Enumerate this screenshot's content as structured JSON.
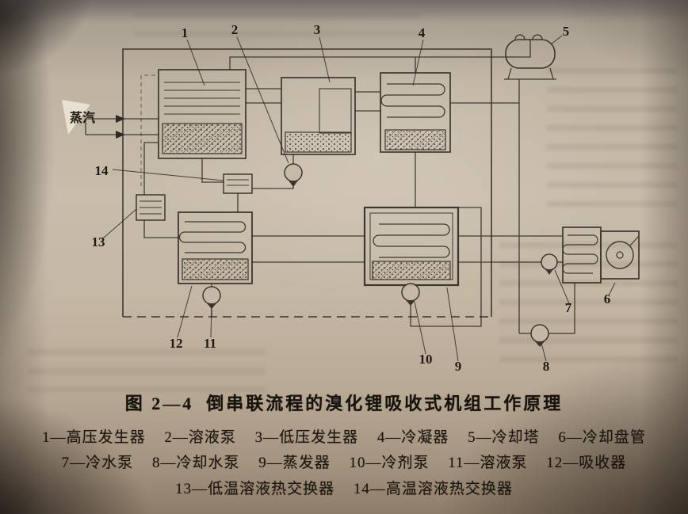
{
  "figure": {
    "number": "图 2—4",
    "title": "倒串联流程的溴化锂吸收式机组工作原理",
    "steam_label": "蒸汽"
  },
  "diagram": {
    "labels": [
      "1",
      "2",
      "3",
      "4",
      "5",
      "6",
      "7",
      "8",
      "9",
      "10",
      "11",
      "12",
      "13",
      "14"
    ]
  },
  "legend": {
    "separator": "—",
    "items": [
      {
        "num": "1",
        "name": "高压发生器"
      },
      {
        "num": "2",
        "name": "溶液泵"
      },
      {
        "num": "3",
        "name": "低压发生器"
      },
      {
        "num": "4",
        "name": "冷凝器"
      },
      {
        "num": "5",
        "name": "冷却塔"
      },
      {
        "num": "6",
        "name": "冷却盘管"
      },
      {
        "num": "7",
        "name": "冷水泵"
      },
      {
        "num": "8",
        "name": "冷却水泵"
      },
      {
        "num": "9",
        "name": "蒸发器"
      },
      {
        "num": "10",
        "name": "冷剂泵"
      },
      {
        "num": "11",
        "name": "溶液泵"
      },
      {
        "num": "12",
        "name": "吸收器"
      },
      {
        "num": "13",
        "name": "低温溶液热交换器"
      },
      {
        "num": "14",
        "name": "高温溶液热交换器"
      }
    ]
  }
}
